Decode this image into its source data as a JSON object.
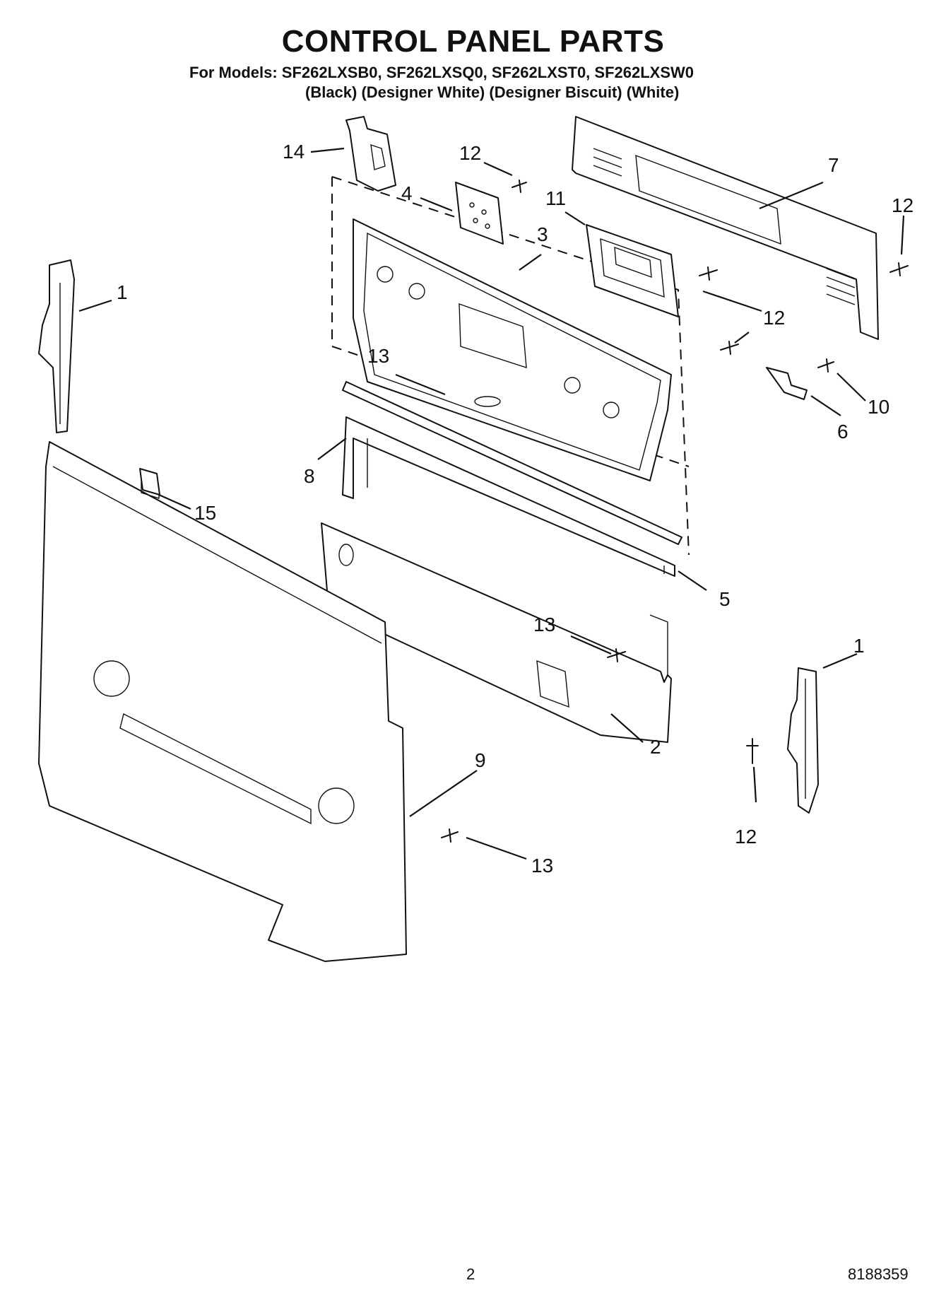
{
  "header": {
    "title": "CONTROL PANEL PARTS",
    "models_line": "For Models: SF262LXSB0, SF262LXSQ0, SF262LXST0, SF262LXSW0",
    "colors_line": "(Black) (Designer White) (Designer Biscuit) (White)"
  },
  "callouts": {
    "c14": "14",
    "c12a": "12",
    "c4": "4",
    "c11": "11",
    "c7": "7",
    "c12b": "12",
    "c3": "3",
    "c1a": "1",
    "c12c": "12",
    "c13a": "13",
    "c10": "10",
    "c6": "6",
    "c8": "8",
    "c15": "15",
    "c5": "5",
    "c13b": "13",
    "c1b": "1",
    "c2": "2",
    "c9": "9",
    "c12d": "12",
    "c13c": "13"
  },
  "footer": {
    "page": "2",
    "doc_number": "8188359"
  },
  "style": {
    "ink": "#111111",
    "paper": "#ffffff"
  }
}
